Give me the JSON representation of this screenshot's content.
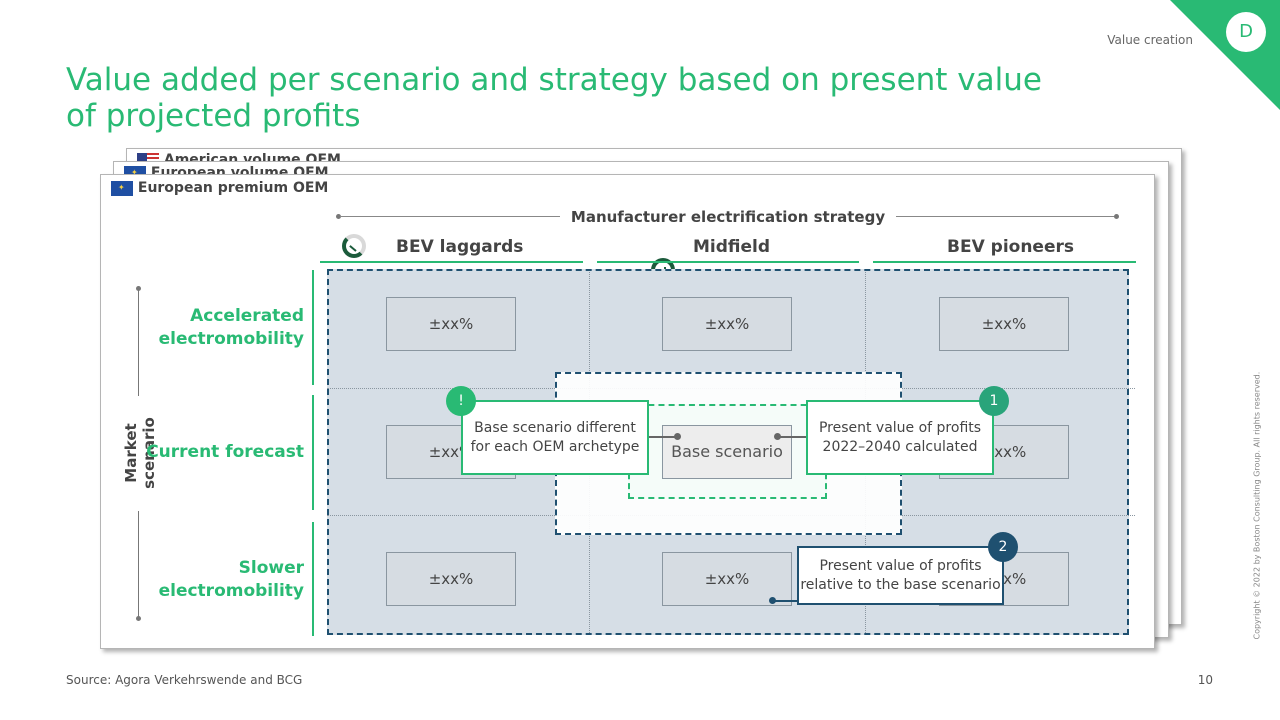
{
  "header": {
    "section": "Value creation",
    "badge": "D",
    "title": "Value added per scenario and strategy based on present value of projected profits"
  },
  "cards": {
    "back": "American volume OEM",
    "middle": "European volume OEM",
    "front": "European premium OEM"
  },
  "strategy": {
    "title": "Manufacturer electrification strategy",
    "columns": [
      "BEV laggards",
      "Midfield",
      "BEV pioneers"
    ]
  },
  "market": {
    "title": "Market scenario",
    "rows": [
      "Accelerated electromobility",
      "Current forecast",
      "Slower electromobility"
    ]
  },
  "cells": {
    "r1": [
      "±xx%",
      "±xx%",
      "±xx%"
    ],
    "r2": [
      "±xx%",
      "Base scenario",
      "±xx%"
    ],
    "r3": [
      "±xx%",
      "±xx%",
      "±xx%"
    ]
  },
  "callouts": {
    "base_diff": {
      "badge": "!",
      "text": "Base scenario different for each OEM archetype"
    },
    "pv_calc": {
      "badge": "1",
      "text": "Present value of profits 2022–2040 calculated"
    },
    "pv_rel": {
      "badge": "2",
      "text": "Present value of profits relative to the base scenario"
    }
  },
  "footer": {
    "source": "Source: Agora Verkehrswende and BCG",
    "page": "10",
    "copyright": "Copyright © 2022 by Boston Consulting Group. All rights reserved."
  },
  "colors": {
    "accent": "#29ba74",
    "navy": "#1f5070"
  }
}
